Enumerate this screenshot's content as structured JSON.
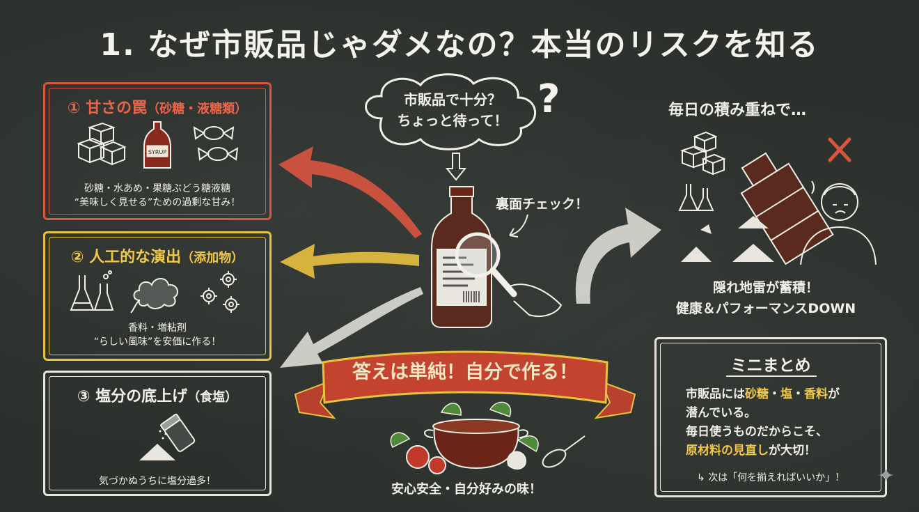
{
  "title": "1. なぜ市販品じゃダメなの？本当のリスクを知る",
  "box1": {
    "number": "①",
    "heading": "甘さの罠",
    "sub": "（砂糖・液糖類）",
    "syrup_label": "SYRUP",
    "line1": "砂糖・水あめ・果糖ぶどう糖液糖",
    "line2": "“美味しく見せる”ための過剰な甘み！"
  },
  "box2": {
    "number": "②",
    "heading": "人工的な演出",
    "sub": "（添加物）",
    "line1": "香料・増粘剤",
    "line2": "“らしい風味”を安価に作る！"
  },
  "box3": {
    "number": "③",
    "heading": "塩分の底上げ",
    "sub": "（食塩）",
    "line1": "気づかぬうちに塩分過多！"
  },
  "center": {
    "cloud_line1": "市販品で十分？",
    "cloud_line2": "ちょっと待って！",
    "question": "?",
    "check_label": "裏面チェック！",
    "banner": "答えは単純！自分で作る！",
    "bottom_caption": "安心安全・自分好みの味！"
  },
  "right": {
    "heading": "毎日の積み重ねで…",
    "caption1": "隠れ地雷が蓄積！",
    "caption2": "健康＆パフォーマンスDOWN"
  },
  "summary": {
    "title": "ミニまとめ",
    "l1a": "市販品には",
    "l1b": "砂糖",
    "l1c": "・",
    "l1d": "塩",
    "l1e": "・",
    "l1f": "香料",
    "l1g": "が",
    "l2": "潜んでいる。",
    "l3": "毎日使うものだからこそ、",
    "l4a": "原材料の見直し",
    "l4b": "が大切！",
    "next": "次は「何を揃えればいいか」！"
  },
  "colors": {
    "red": "#d8553f",
    "yellow": "#e8c13f",
    "chalk": "#f2f0e8",
    "board": "#2b302c"
  }
}
